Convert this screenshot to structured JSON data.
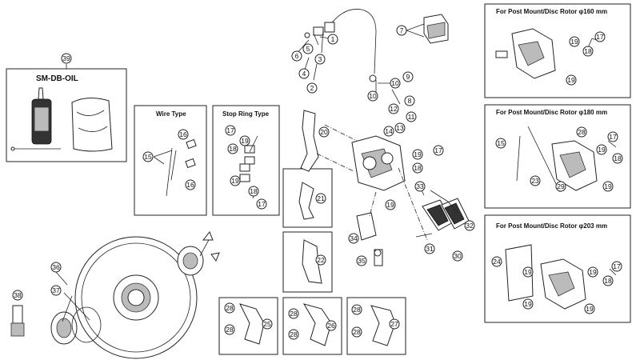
{
  "panels": {
    "sm_db_oil": "SM-DB-OIL",
    "wire_type": "Wire Type",
    "stop_ring_type": "Stop Ring Type",
    "post_160": "For Post Mount/Disc Rotor φ160 mm",
    "post_180": "For Post Mount/Disc Rotor φ180 mm",
    "post_203": "For Post Mount/Disc Rotor φ203 mm"
  },
  "callouts": {
    "c1": "1",
    "c2": "2",
    "c3": "3",
    "c4": "4",
    "c5": "5",
    "c6": "6",
    "c7": "7",
    "c8": "8",
    "c9": "9",
    "c10": "10",
    "c10b": "10",
    "c11": "11",
    "c12": "12",
    "c13": "13",
    "c14": "14",
    "c15": "15",
    "c15b": "15",
    "c16": "16",
    "c16b": "16",
    "c17": "17",
    "c17b": "17",
    "c17c": "17",
    "c17d": "17",
    "c17e": "17",
    "c17f": "17",
    "c18": "18",
    "c18b": "18",
    "c18c": "18",
    "c18d": "18",
    "c18e": "18",
    "c18f": "18",
    "c19": "19",
    "c19b": "19",
    "c19c": "19",
    "c19d": "19",
    "c19e": "19",
    "c19f": "19",
    "c19g": "19",
    "c19h": "19",
    "c19i": "19",
    "c19j": "19",
    "c19k": "19",
    "c19l": "19",
    "c20": "20",
    "c21": "21",
    "c22": "22",
    "c23": "23",
    "c24": "24",
    "c25": "25",
    "c26": "26",
    "c27": "27",
    "c28a": "28",
    "c28b": "28",
    "c28c": "28",
    "c28d": "28",
    "c28e": "28",
    "c28f": "28",
    "c28g": "28",
    "c29": "29",
    "c30": "30",
    "c31": "31",
    "c32": "32",
    "c33": "33",
    "c34": "34",
    "c35": "35",
    "c36": "36",
    "c37": "37",
    "c38": "38",
    "c39": "39"
  }
}
